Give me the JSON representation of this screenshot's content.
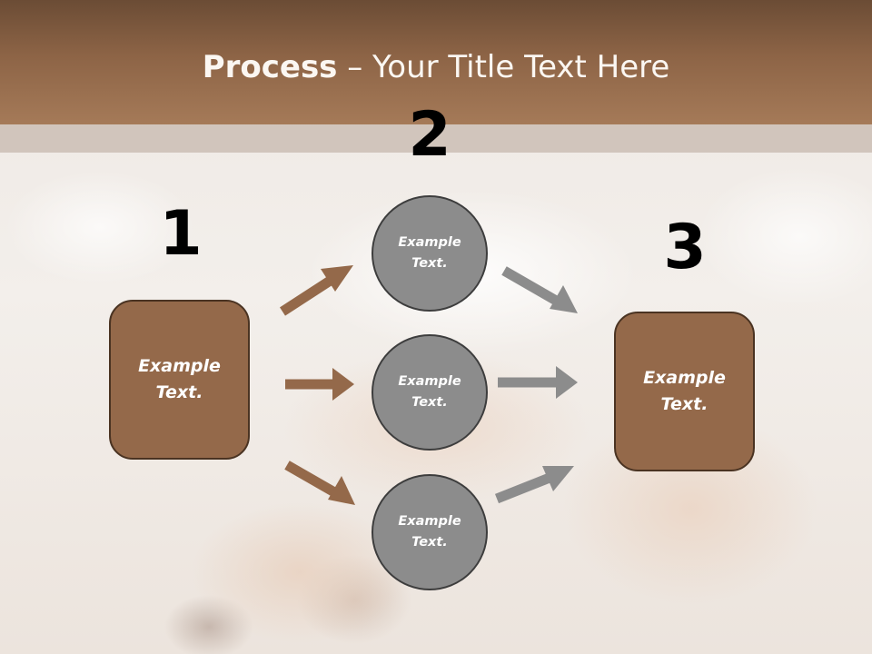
{
  "title": {
    "bold": "Process",
    "rest": " – Your Title Text Here"
  },
  "steps": {
    "one": "1",
    "two": "2",
    "three": "3"
  },
  "boxes": {
    "left": "Example\nText.",
    "right": "Example\nText."
  },
  "circles": {
    "top": "Example\nText.",
    "middle": "Example\nText.",
    "bottom": "Example\nText."
  },
  "colors": {
    "header": "#8d6446",
    "box_fill": "#94694a",
    "circle_fill": "#8c8c8c",
    "arrow_brown": "#94694a",
    "arrow_gray": "#8c8c8c"
  }
}
